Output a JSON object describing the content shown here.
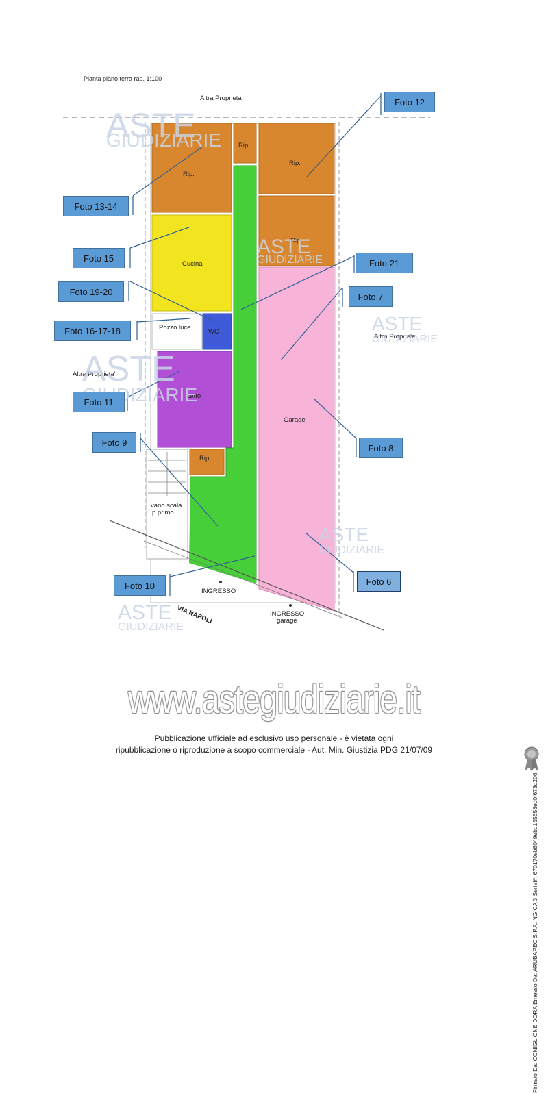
{
  "plan": {
    "title": "Pianta piano terra  rap. 1:100",
    "neighbor_top": "Altra Proprieta'",
    "neighbor_left": "Altra Proprieta'",
    "neighbor_right": "Altra Proprieta'",
    "street": "VIA NAPOLI",
    "entrance": "INGRESSO",
    "entrance_garage": "INGRESSO",
    "entrance_garage_sub": "garage"
  },
  "rooms": {
    "rip_top_left": "Rip.",
    "rip_top_small": "Rip.",
    "rip_top_right": "Rip.",
    "rip_mid_right": "Rip.",
    "cucina": "Cucina",
    "pozzo_luce": "Pozzo luce",
    "wc": "WC",
    "letto": "Letto",
    "rip_small_bottom": "Rip.",
    "vano_scala": "vano scala",
    "vano_scala_sub": "p.primo",
    "garage": "Garage"
  },
  "room_colors": {
    "storage": "#d9872f",
    "kitchen": "#f2e41e",
    "wc": "#3f5bd9",
    "bedroom": "#b14fd6",
    "corridor": "#47cf3a",
    "garage": "#f7b4d8"
  },
  "photo_callouts": {
    "foto12": "Foto 12",
    "foto13_14": "Foto 13-14",
    "foto15": "Foto 15",
    "foto21": "Foto 21",
    "foto19_20": "Foto 19-20",
    "foto7": "Foto 7",
    "foto16_17_18": "Foto 16-17-18",
    "foto11": "Foto 11",
    "foto9": "Foto 9",
    "foto8": "Foto 8",
    "foto10": "Foto 10",
    "foto6": "Foto 6"
  },
  "watermark": {
    "brand_top": "ASTE",
    "brand_bottom": "GIUDIZIARIE",
    "url": "www.astegiudiziarie.it"
  },
  "footer": {
    "line1": "Pubblicazione ufficiale ad esclusivo uso personale - è vietata ogni",
    "line2": "ripubblicazione o riproduzione a scopo commerciale - Aut. Min. Giustizia PDG 21/07/09"
  },
  "signature": "Firmato Da: CONIGLIONE DORA Emesso Da: ARUBAPEC S.P.A. NG CA 3 Serial#: 670170eb8049ebd155658ed0f673d206"
}
